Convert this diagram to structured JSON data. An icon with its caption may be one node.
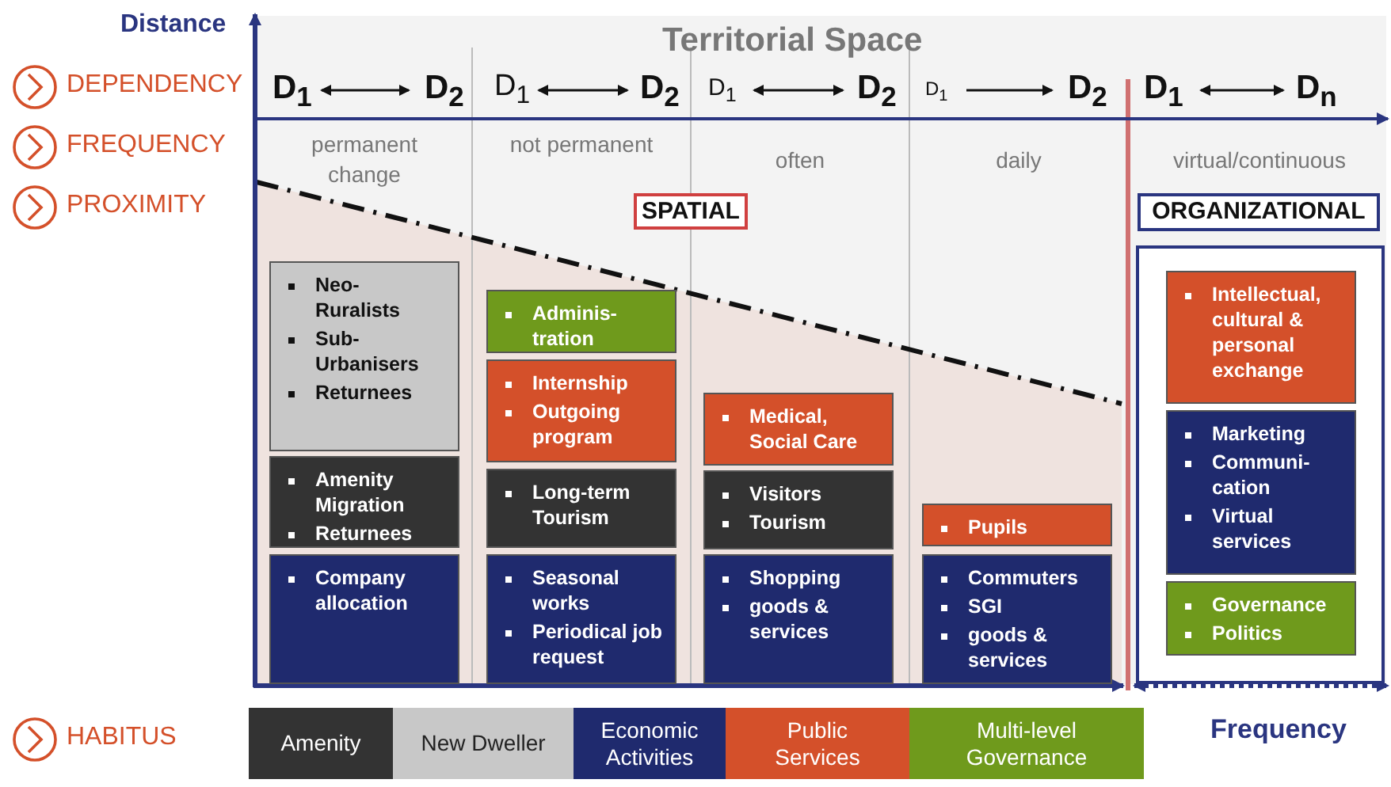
{
  "diagram": {
    "nodes": [
      {
        "text": [
          "SPATIAL"
        ]
      },
      {
        "text": [
          "ORGANIZATIONAL"
        ]
      },
      {
        "text": [],
        "shape": "box"
      },
      {
        "text": [
          "Neo- Ruralists",
          "Sub- Urbanisers",
          "Returnees"
        ]
      },
      {
        "text": [
          "Amenity Migration",
          "Returnees"
        ]
      },
      {
        "text": [
          "Company allocation"
        ]
      },
      {
        "text": [
          "Adminis- tration"
        ]
      },
      {
        "text": [
          "Internship",
          "Outgoing program"
        ]
      },
      {
        "text": [
          "Long-term Tourism"
        ]
      },
      {
        "text": [
          "Seasonal works",
          "Periodical job request"
        ]
      },
      {
        "text": [
          "Medical, Social Care"
        ]
      },
      {
        "text": [
          "Visitors",
          "Tourism"
        ]
      },
      {
        "text": [
          "Shopping",
          "goods & services"
        ]
      },
      {
        "text": [
          "Pupils"
        ]
      },
      {
        "text": [
          "Commuters",
          "SGI",
          "goods & services"
        ]
      },
      {
        "text": [
          "Intellectual, cultural & personal exchange"
        ],
        "in": 2
      },
      {
        "text": [
          "Marketing",
          "Communi- cation",
          "Virtual services"
        ],
        "in": 2
      },
      {
        "text": [
          "Governance",
          "Politics"
        ],
        "in": 2
      }
    ],
    "labels": [
      "Distance",
      "Territorial Space",
      "DEPENDENCY",
      "D$_{1}$",
      "D$_{2}$",
      "D$_{1}$",
      "D$_{2}$",
      "D$_{1}$",
      "D$_{2}$",
      "D$_{1}$",
      "D$_{2}$",
      "D$_{1}$",
      "D$_{n}$",
      "FREQUENCY",
      "permanent change",
      "not permanent",
      "often",
      "daily",
      "virtual/continuous",
      "PROXIMITY",
      "HABITUS",
      "Frequency"
    ],
    "legend": [
      {
        "text": "Amenity",
        "color": "#333333"
      },
      {
        "text": "New Dweller",
        "color": "#c8c8c8"
      },
      {
        "text": "Economic Activities",
        "color": "#1f2a6e"
      },
      {
        "text": "Public Services",
        "color": "#d4502a"
      },
      {
        "text": "Multi-level Governance",
        "color": "#6f9a1c"
      }
    ]
  }
}
